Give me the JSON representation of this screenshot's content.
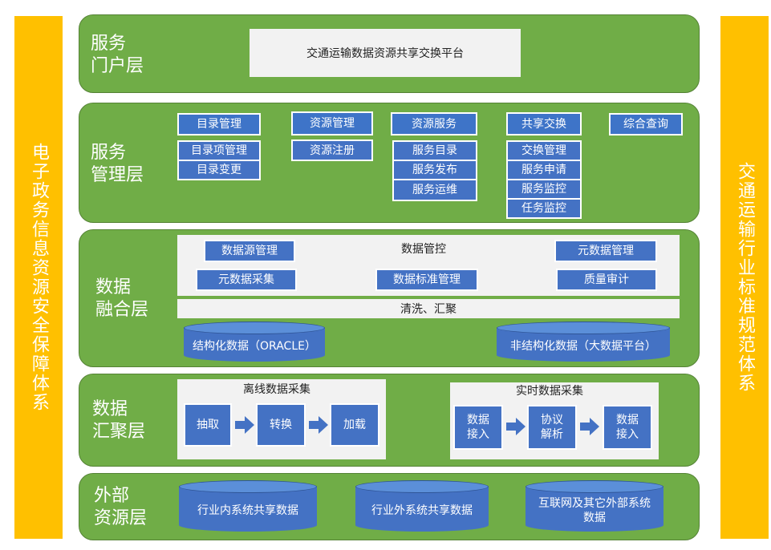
{
  "side_left": "电子政务信息资源安全保障体系",
  "side_right": "交通运输行业标准规范体系",
  "portal": {
    "title": "服务\n门户层",
    "platform": "交通运输数据资源共享交换平台"
  },
  "management": {
    "title": "服务\n管理层",
    "catalog": "目录管理",
    "catalog_item": "目录项管理",
    "catalog_change": "目录变更",
    "resource_mgmt": "资源管理",
    "resource_reg": "资源注册",
    "resource_service": "资源服务",
    "service_catalog": "服务目录",
    "service_publish": "服务发布",
    "service_ops": "服务运维",
    "share_exchange": "共享交换",
    "exchange_mgmt": "交换管理",
    "service_apply": "服务申请",
    "service_monitor": "服务监控",
    "task_monitor": "任务监控",
    "query": "综合查询"
  },
  "fusion": {
    "title": "数据\n融合层",
    "control_label": "数据管控",
    "datasource_mgmt": "数据源管理",
    "metadata_collect": "元数据采集",
    "data_standard": "数据标准管理",
    "metadata_mgmt": "元数据管理",
    "quality_audit": "质量审计",
    "clean_label": "清洗、汇聚",
    "structured": "结构化数据（ORACLE）",
    "unstructured": "非结构化数据（大数据平台）"
  },
  "aggregation": {
    "title": "数据\n汇聚层",
    "offline_label": "离线数据采集",
    "extract": "抽取",
    "transform": "转换",
    "load": "加载",
    "realtime_label": "实时数据采集",
    "data_access_1": "数据\n接入",
    "protocol_parse": "协议\n解析",
    "data_access_2": "数据\n接入"
  },
  "external": {
    "title": "外部\n资源层",
    "internal_share": "行业内系统共享数据",
    "external_share": "行业外系统共享数据",
    "internet": "互联网及其它外部系统\n数据"
  },
  "colors": {
    "layer_green": "#70AD47",
    "side_yellow": "#FFC000",
    "box_blue": "#4472C4",
    "panel_gray": "#F2F2F2"
  }
}
